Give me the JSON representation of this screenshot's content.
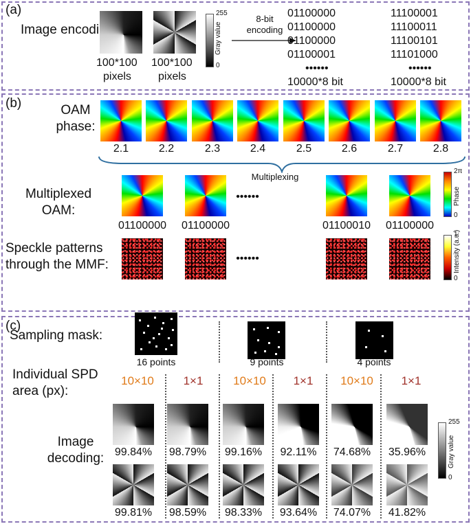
{
  "panel_a": {
    "tag": "(a)",
    "title": "Image encoding:",
    "img1_size": "100*100",
    "img1_unit": "pixels",
    "img2_size": "100*100",
    "img2_unit": "pixels",
    "colorbar_max": "255",
    "colorbar_min": "0",
    "colorbar_label": "Gray value",
    "arrow_label_1": "8-bit",
    "arrow_label_2": "encoding",
    "col1": [
      "01100000",
      "01100000",
      "01100000",
      "01100001",
      "••••••",
      "10000*8 bit"
    ],
    "col2": [
      "11100001",
      "11100011",
      "11100101",
      "11101000",
      "••••••",
      "10000*8 bit"
    ]
  },
  "panel_b": {
    "tag": "(b)",
    "oam_title_1": "OAM",
    "oam_title_2": "phase:",
    "oam_values": [
      "2.1",
      "2.2",
      "2.3",
      "2.4",
      "2.5",
      "2.6",
      "2.7",
      "2.8"
    ],
    "multiplexing": "Multiplexing",
    "mux_title_1": "Multiplexed",
    "mux_title_2": "OAM:",
    "ellipsis": "••••••",
    "mux_codes": [
      "01100000",
      "01100000",
      "01100010",
      "01100000"
    ],
    "phase_bar_max": "2π",
    "phase_bar_min": "0",
    "phase_bar_label": "Phase",
    "speckle_title_1": "Speckle patterns",
    "speckle_title_2": "through the MMF:",
    "int_bar_max": "1",
    "int_bar_min": "0",
    "int_bar_label": "Intensity (a.u.)"
  },
  "panel_c": {
    "tag": "(c)",
    "mask_title": "Sampling mask:",
    "masks": [
      "16 points",
      "9 points",
      "4 points"
    ],
    "spd_title_1": "Individual SPD",
    "spd_title_2": "area (px):",
    "areas": [
      "10×10",
      "1×1",
      "10×10",
      "1×1",
      "10×10",
      "1×1"
    ],
    "decode_title_1": "Image",
    "decode_title_2": "decoding:",
    "row1_pct": [
      "99.84%",
      "98.79%",
      "99.16%",
      "92.11%",
      "74.68%",
      "35.96%"
    ],
    "row2_pct": [
      "99.81%",
      "98.59%",
      "98.33%",
      "93.64%",
      "74.07%",
      "41.82%"
    ],
    "gray_bar_max": "255",
    "gray_bar_min": "0",
    "gray_bar_label": "Gray value"
  }
}
